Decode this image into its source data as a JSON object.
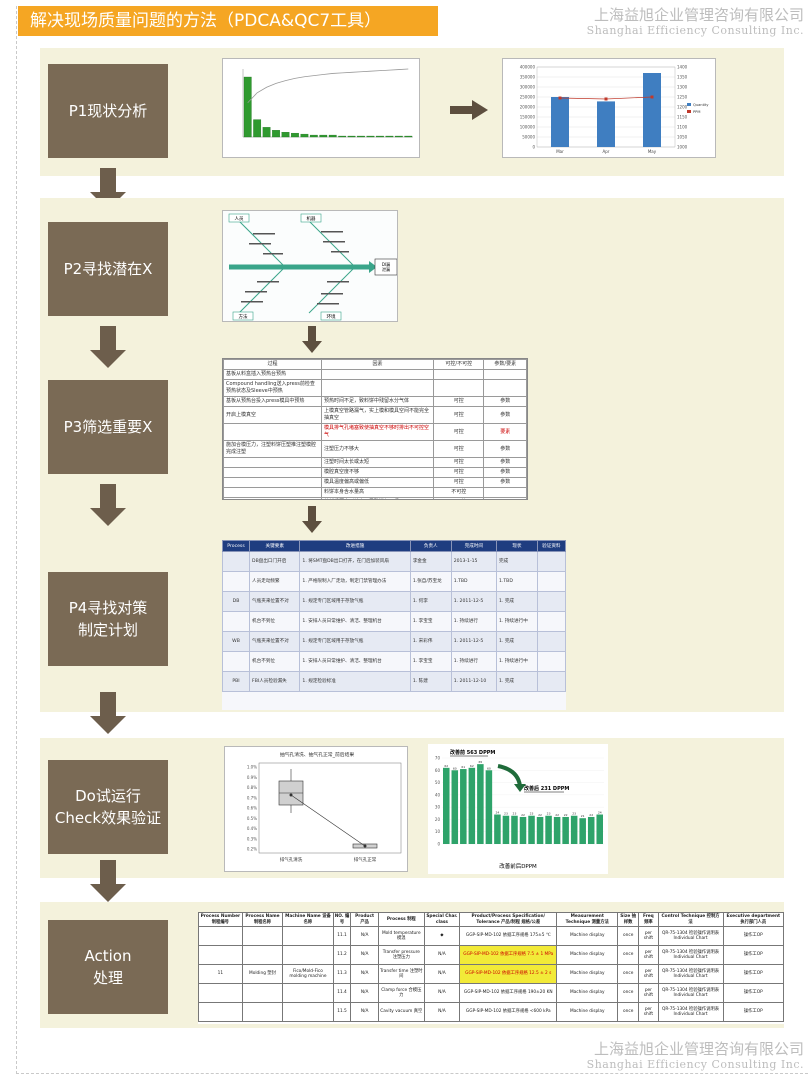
{
  "header": {
    "title": "解决现场质量问题的方法（PDCA&QC7工具）",
    "company_cn": "上海益旭企业管理咨询有限公司",
    "company_en": "Shanghai Efficiency Consulting Inc."
  },
  "steps": [
    {
      "id": "p1",
      "label": "P1现状分析"
    },
    {
      "id": "p2",
      "label": "P2寻找潜在X"
    },
    {
      "id": "p3",
      "label": "P3筛选重要X"
    },
    {
      "id": "p4",
      "label": "P4寻找对策\n制定计划"
    },
    {
      "id": "do",
      "label": "Do试运行\nCheck效果验证"
    },
    {
      "id": "action",
      "label": "Action\n处理"
    }
  ],
  "p1": {
    "pareto_values": [
      62,
      18,
      10,
      7,
      5,
      4,
      3,
      2,
      2,
      2,
      1,
      1,
      1,
      1,
      1,
      1,
      1,
      1
    ],
    "chart_data": {
      "type": "bar",
      "categories": [
        "Mar",
        "Apr",
        "May"
      ],
      "series": [
        {
          "name": "Quantity",
          "values": [
            250000,
            228000,
            370000
          ]
        },
        {
          "name": "PPM",
          "values": [
            1245,
            1240,
            1250
          ]
        }
      ],
      "ylim": [
        0,
        400000
      ],
      "y2lim": [
        1000,
        1400
      ],
      "y_ticks": [
        "400000",
        "350000",
        "300000",
        "250000",
        "200000",
        "150000",
        "100000",
        "50000",
        "0"
      ],
      "y2_ticks": [
        "1400",
        "1350",
        "1300",
        "1250",
        "1200",
        "1150",
        "1100",
        "1050",
        "1000"
      ],
      "legend": [
        "Quantity",
        "PPM"
      ],
      "legend_position": "right"
    }
  },
  "p2": {
    "result": "DI漏\n泄漏",
    "top_labels": [
      "人员",
      "机器"
    ],
    "bottom_labels": [
      "方法",
      "环境"
    ]
  },
  "p3": {
    "headers": [
      "过程",
      "因素",
      "可控/不可控",
      "参数/要素"
    ],
    "rows": [
      [
        "基板从料盒插入预热台预热",
        "",
        "",
        ""
      ],
      [
        "Compound handling送入press前检查预热状态及Sleeve中预热",
        "",
        "",
        ""
      ],
      [
        "基板从预热台投入press模具中预热",
        "预热时间不足，致料饼中残留水分气体",
        "可控",
        "参数"
      ],
      [
        "开启上模真空",
        "上模真空管路漏气，实上模和模具空间不能完全抽真空",
        "可控",
        "参数"
      ],
      [
        "",
        "模具排气孔堵塞致使抽真空不够时排出不可控空气",
        "可控",
        "要素"
      ],
      [
        "施加合模压力，注塑料饼压塑推注塑模腔完成注塑",
        "注塑压力不够大",
        "可控",
        "参数"
      ],
      [
        "",
        "注塑时间太长或太短",
        "可控",
        "参数"
      ],
      [
        "",
        "模腔真空度不够",
        "可控",
        "参数"
      ],
      [
        "",
        "模具温度偏高或偏低",
        "可控",
        "参数"
      ],
      [
        "",
        "料饼本身含水量高",
        "不可控",
        ""
      ],
      [
        "",
        "基板受压变形较大，导致滞气不畅",
        "不可控",
        ""
      ]
    ]
  },
  "p4": {
    "headers": [
      "Process",
      "关键要素",
      "改进措施",
      "负责人",
      "完成时间",
      "现状",
      "验证资料"
    ],
    "rows": [
      [
        "",
        "DB盘出口门开启",
        "1. 将SMT盘DB出口打开，在门后加装风扇",
        "李金金",
        "2013-1-15",
        "完成",
        ""
      ],
      [
        "",
        "人员走动频繁",
        "1. 严格限制入厂走动，制定门禁管理办法",
        "1.张自/苏宝龙",
        "1.TBD",
        "1.TBD",
        ""
      ],
      [
        "DB",
        "气瓶夹来位置不对",
        "1. 规定专门区域用于存放气瓶",
        "1. 何李",
        "1. 2011-12-5",
        "1. 完成",
        ""
      ],
      [
        "",
        "机台不到位",
        "1. 安排人员日常维护、清洁、整理机台",
        "1. 李宝宝",
        "1. 持续进行",
        "1. 持续进行中",
        ""
      ],
      [
        "WB",
        "气瓶夹来位置不对",
        "1. 规定专门区域用于存放气瓶",
        "1. 宋彩伟",
        "1. 2011-12-5",
        "1. 完成",
        ""
      ],
      [
        "",
        "机台不到位",
        "1. 安排人员日常维护、清洁、整理机台",
        "1. 李宝宝",
        "1. 持续进行",
        "1. 持续进行中",
        ""
      ],
      [
        "PBI",
        "FBI人员检验漏失",
        "1. 规定检验标准",
        "1. 陈建",
        "1. 2011-12-10",
        "1. 完成",
        ""
      ]
    ]
  },
  "check": {
    "box_title": "抽气孔清洗、抽气孔正常_前后结果",
    "box_labels": [
      "排气孔清洗",
      "排气孔正常"
    ],
    "box_y_ticks": [
      "1.0%",
      "0.9%",
      "0.8%",
      "0.7%",
      "0.6%",
      "0.5%",
      "0.4%",
      "0.3%",
      "0.2%"
    ],
    "bar_before_label": "改善前 563 DPPM",
    "bar_after_label": "改善后 231 DPPM",
    "bar_caption": "改善前后DPPM",
    "bar_before_values": [
      62,
      60,
      61,
      62,
      65,
      60
    ],
    "bar_after_values": [
      24,
      23,
      23,
      22,
      23,
      22,
      23,
      22,
      22,
      23,
      21,
      22,
      24
    ],
    "bar_y_ticks": [
      "70",
      "60",
      "50",
      "40",
      "30",
      "20",
      "10",
      "0"
    ]
  },
  "action": {
    "headers": [
      "Process Number 制程编号",
      "Process Name 制程名称",
      "Machine Name 设备名称",
      "NO. 编号",
      "Product 产品",
      "Process 制程",
      "Special Char. class",
      "Product/Process Specification/ Tolerance 产品/制程 规格/公差",
      "Measurement Technique 测量方法",
      "Size 抽样数",
      "Freq 频率",
      "Control Technique 控制方法",
      "Executive department 执行部门人员"
    ],
    "rows": [
      [
        "",
        "",
        "",
        "11.1",
        "N/A",
        "Mold temperature 模温",
        "◆",
        "GGP-SIP-MD-102 依据工序规格 175±5 ℃",
        "Machine display",
        "once",
        "per shift",
        "QR-75-1304 检验操作说明表 Individual Chart",
        "操作工OP"
      ],
      [
        "",
        "",
        "",
        "11.2",
        "N/A",
        "Transfer pressure 注塑压力",
        "N/A",
        "GGP-SIP-MD-102 依据工序规格 7.5 ± 1 MPa",
        "Machine display",
        "once",
        "per shift",
        "QR-75-1304 检验操作说明表 Individual Chart",
        "操作工OP"
      ],
      [
        "11",
        "Molding 塑封",
        "Fico/Mold-Fico molding machine",
        "11.3",
        "N/A",
        "Transfer time 注塑时间",
        "N/A",
        "GGP-SIP-MD-102 依据工序规格 12.5 ± 2 s",
        "Machine display",
        "once",
        "per shift",
        "QR-75-1304 检验操作说明表 Individual Chart",
        "操作工OP"
      ],
      [
        "",
        "",
        "",
        "11.4",
        "N/A",
        "Clamp force 合模压力",
        "N/A",
        "GGP-SIP-MD-102 依据工序规格 190±20 KN",
        "Machine display",
        "once",
        "per shift",
        "QR-75-1304 检验操作说明表 Individual Chart",
        "操作工OP"
      ],
      [
        "",
        "",
        "",
        "11.5",
        "N/A",
        "Cavity vacuum 真空",
        "N/A",
        "GGP-SIP-MD-102 依据工序规格 <600 kPa",
        "Machine display",
        "once",
        "per shift",
        "QR-75-1304 检验操作说明表 Individual Chart",
        "操作工OP"
      ]
    ]
  }
}
